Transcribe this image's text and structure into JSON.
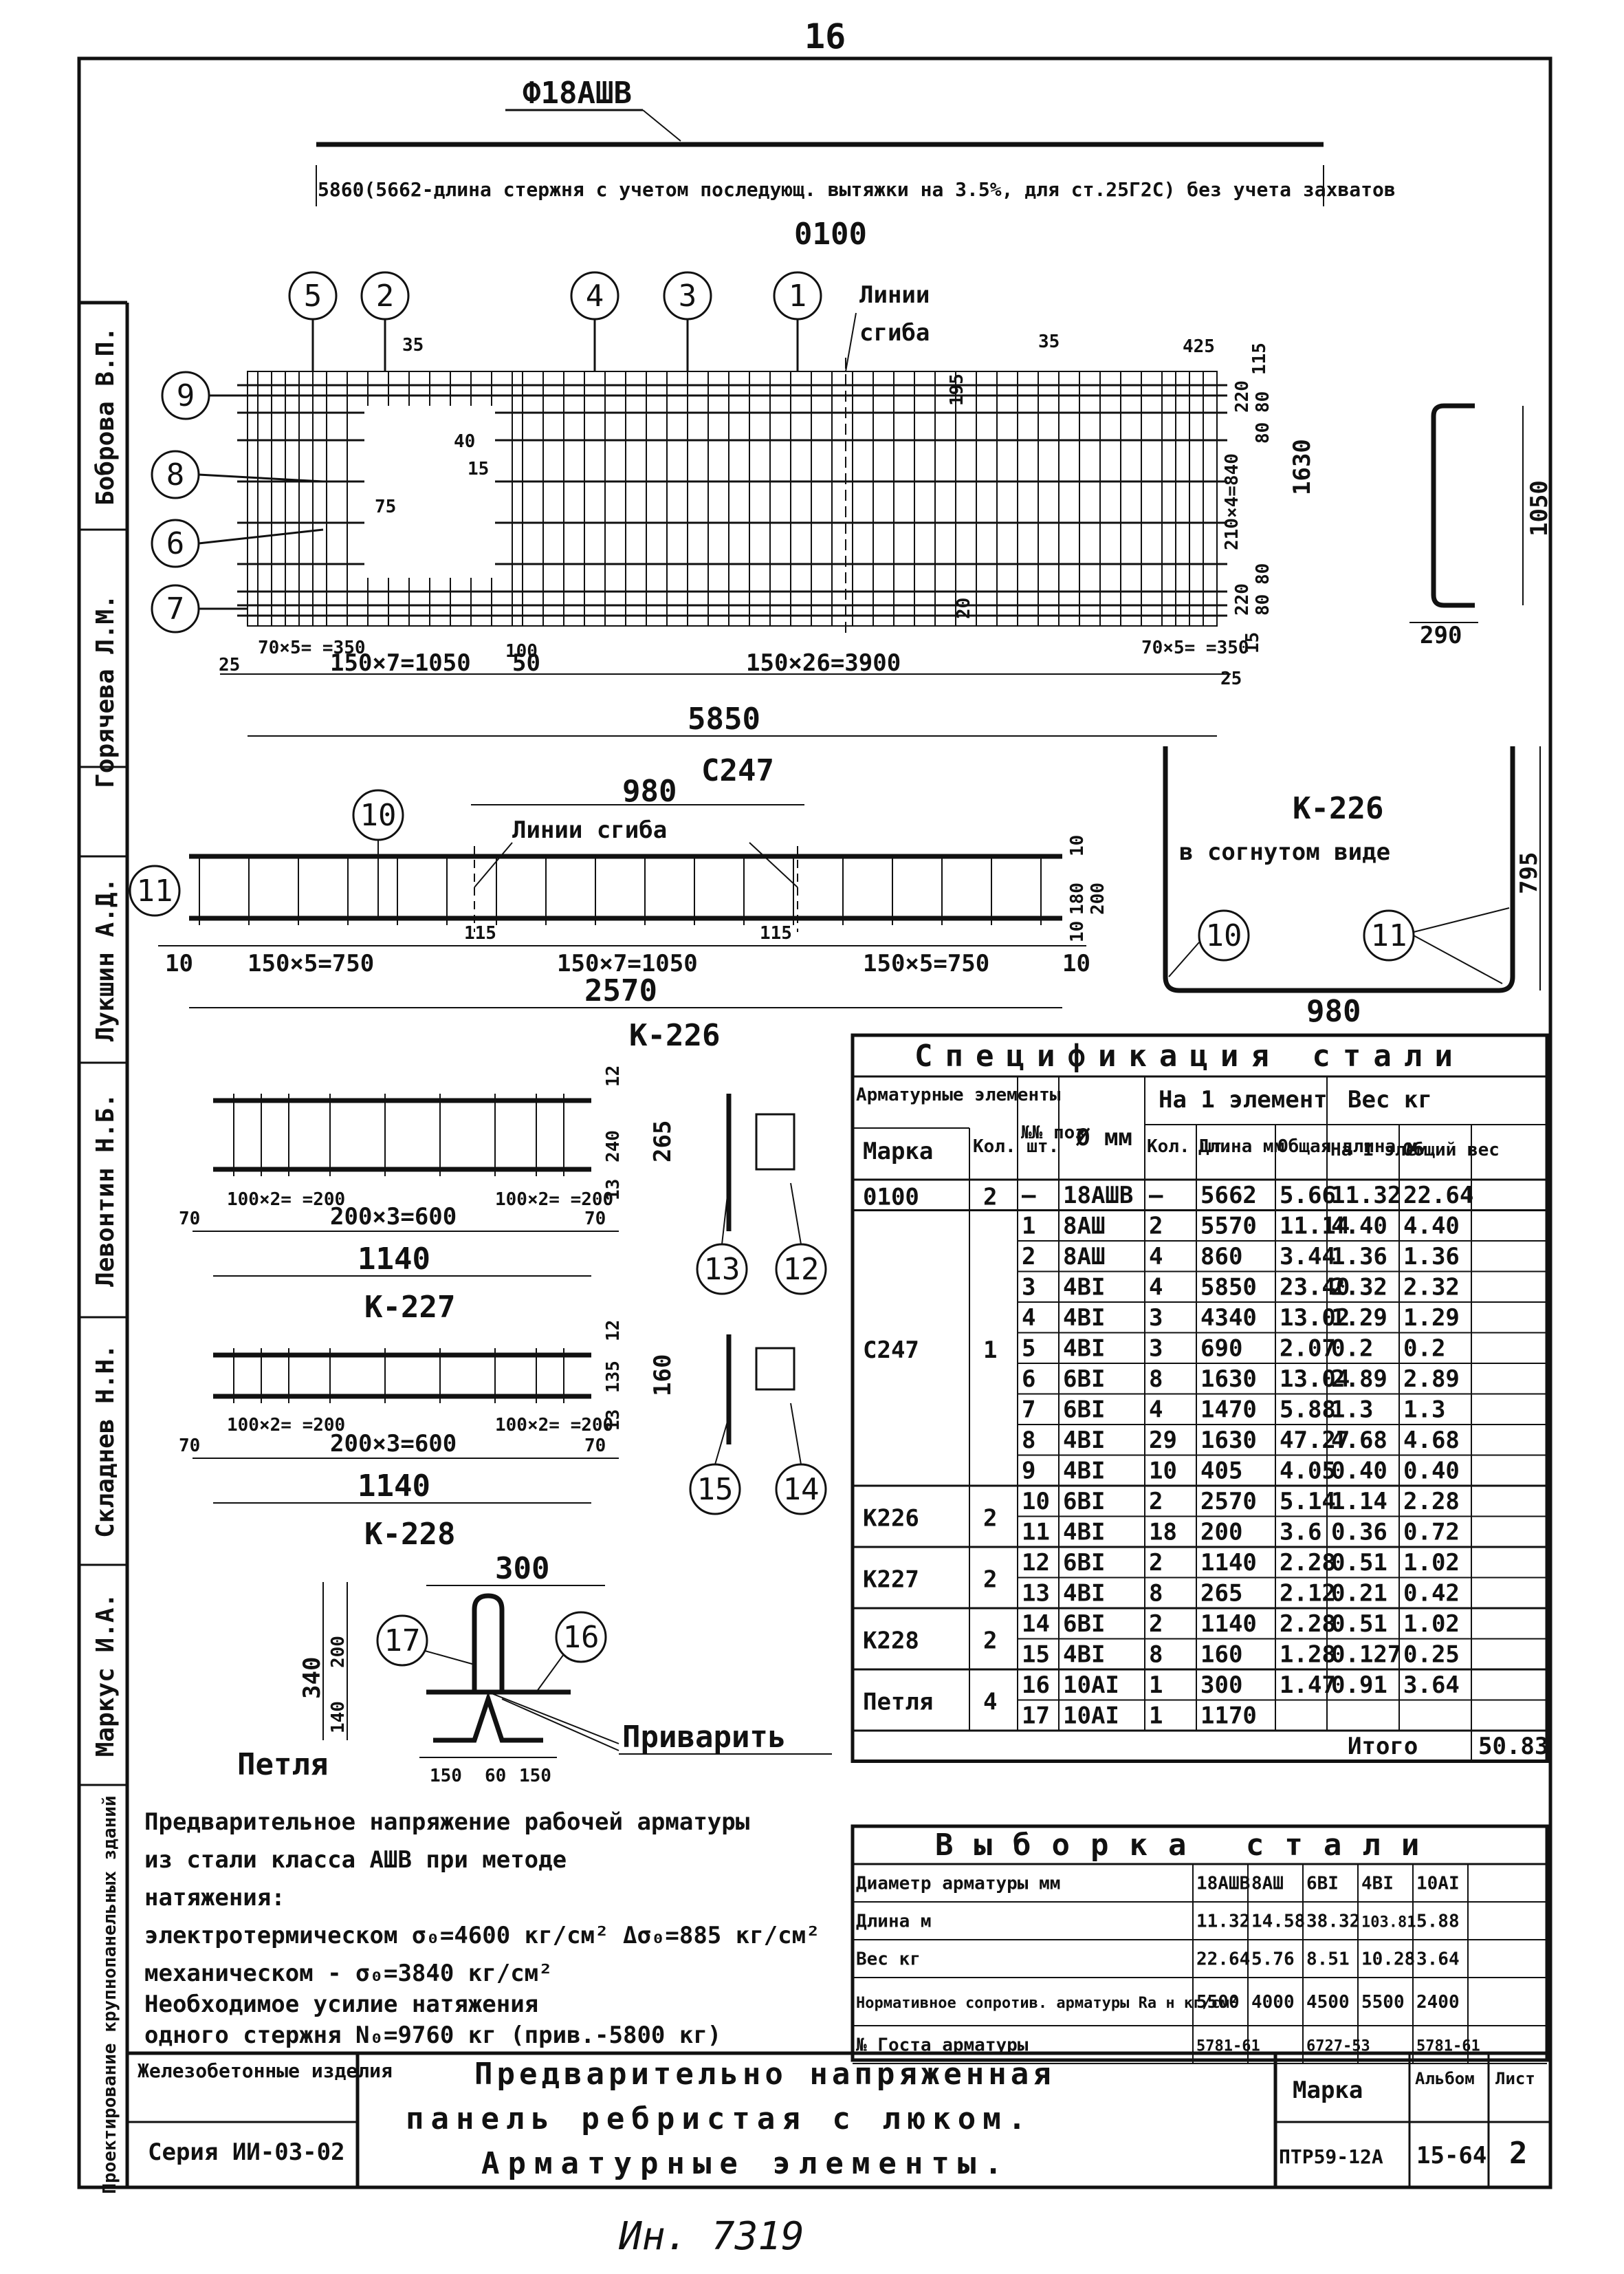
{
  "page_number": "16",
  "side_names": [
    "Проектирование крупнопанельных зданий",
    "Маркус И.А.",
    "Складнев Н.Н.",
    "Левонтин Н.Б.",
    "Лукшин А.Д.",
    "Горячева Л.М.",
    "Боброва В.П."
  ],
  "top": {
    "bar_label": "Ф18АШВ",
    "length_note": "5860(5662-длина стержня с учетом последующ. вытяжки на 3.5%, для ст.25Г2С) без учета захватов",
    "bar_mark": "0100"
  },
  "c247": {
    "title": "С247",
    "bend_label_1": "Линии",
    "bend_label_2": "сгиба",
    "positions": [
      "5",
      "2",
      "4",
      "3",
      "1",
      "9",
      "8",
      "6",
      "7"
    ],
    "dims": {
      "left_edge": "25",
      "left_group": "70×5= =350",
      "group_a": "150×7=1050",
      "gap_100": "100",
      "gap_50": "50",
      "group_b": "150×26=3900",
      "right_group": "70×5= =350",
      "right_edge": "25",
      "total": "5850",
      "d35_a": "35",
      "d35_b": "35",
      "d40": "40",
      "d15": "15",
      "d75": "75",
      "d425": "425",
      "d115": "115",
      "d220_top": "220",
      "d220_bot": "220",
      "d80_a": "80",
      "d80_b": "80",
      "d80_c": "80",
      "d80_d": "80",
      "mid_height": "210×4=840",
      "height_1630": "1630",
      "d15_right": "15",
      "d15_bot": "15",
      "d20": "20",
      "d195": "195"
    },
    "bent_height": "1050",
    "bent_width": "290"
  },
  "k226": {
    "title": "К-226",
    "bend_label": "Линии сгиба",
    "positions": [
      "10",
      "11"
    ],
    "dims": {
      "d980": "980",
      "d10_l": "10",
      "g1": "150×5=750",
      "d115_a": "115",
      "g2": "150×7=1050",
      "d115_b": "115",
      "g3": "150×5=750",
      "d10_r": "10",
      "total": "2570",
      "h180": "180",
      "h200": "200",
      "h10": "10",
      "h10_top": "10"
    },
    "bent_title_1": "К-226",
    "bent_title_2": "в согнутом виде",
    "bent_width": "980",
    "bent_height": "795"
  },
  "k227": {
    "title": "К-227",
    "positions": [
      "13",
      "12"
    ],
    "dims": {
      "d70": "70",
      "g1": "100×2= =200",
      "g2": "200×3=600",
      "g3": "100×2= =200",
      "d70_r": "70",
      "total": "1140",
      "h12": "12",
      "h240": "240",
      "h265": "265",
      "h13": "13"
    }
  },
  "k228": {
    "title": "К-228",
    "positions": [
      "15",
      "14"
    ],
    "dims": {
      "d70": "70",
      "g1": "100×2= =200",
      "g2": "200×3=600",
      "g3": "100×2= =200",
      "d70_r": "70",
      "total": "1140",
      "h12": "12",
      "h135": "135",
      "h160": "160",
      "h13": "13"
    }
  },
  "loop": {
    "title": "Петля",
    "positions": [
      "17",
      "16"
    ],
    "weld": "Приварить",
    "dims": {
      "w300": "300",
      "h340": "340",
      "h200": "200",
      "h140": "140",
      "b150a": "150",
      "b60": "60",
      "b150b": "150"
    }
  },
  "spec": {
    "title": "Спецификация стали",
    "head": {
      "elements": "Арматурные элементы",
      "mark": "Марка",
      "qty": "Кол. шт.",
      "pos": "№№ поз",
      "diam": "Ø мм",
      "per_element": "На 1 элемент",
      "count": "Кол. шт.",
      "length": "Длина мм",
      "total_length": "Общая длина м",
      "weight": "Вес кг",
      "w_one": "На 1 элем.",
      "w_total": "Общий вес"
    },
    "groups": [
      {
        "mark": "0100",
        "qty": "2",
        "rows": [
          [
            "—",
            "18АШВ",
            "—",
            "5662",
            "5.66",
            "11.32",
            "22.64"
          ]
        ]
      },
      {
        "mark": "С247",
        "qty": "1",
        "rows": [
          [
            "1",
            "8АШ",
            "2",
            "5570",
            "11.14",
            "4.40",
            "4.40"
          ],
          [
            "2",
            "8АШ",
            "4",
            "860",
            "3.44",
            "1.36",
            "1.36"
          ],
          [
            "3",
            "4ВI",
            "4",
            "5850",
            "23.40",
            "2.32",
            "2.32"
          ],
          [
            "4",
            "4ВI",
            "3",
            "4340",
            "13.02",
            "1.29",
            "1.29"
          ],
          [
            "5",
            "4ВI",
            "3",
            "690",
            "2.07",
            "0.2",
            "0.2"
          ],
          [
            "6",
            "6ВI",
            "8",
            "1630",
            "13.04",
            "2.89",
            "2.89"
          ],
          [
            "7",
            "6ВI",
            "4",
            "1470",
            "5.88",
            "1.3",
            "1.3"
          ],
          [
            "8",
            "4ВI",
            "29",
            "1630",
            "47.27",
            "4.68",
            "4.68"
          ],
          [
            "9",
            "4ВI",
            "10",
            "405",
            "4.05",
            "0.40",
            "0.40"
          ]
        ]
      },
      {
        "mark": "К226",
        "qty": "2",
        "rows": [
          [
            "10",
            "6ВI",
            "2",
            "2570",
            "5.14",
            "1.14",
            "2.28"
          ],
          [
            "11",
            "4ВI",
            "18",
            "200",
            "3.6",
            "0.36",
            "0.72"
          ]
        ]
      },
      {
        "mark": "К227",
        "qty": "2",
        "rows": [
          [
            "12",
            "6ВI",
            "2",
            "1140",
            "2.28",
            "0.51",
            "1.02"
          ],
          [
            "13",
            "4ВI",
            "8",
            "265",
            "2.12",
            "0.21",
            "0.42"
          ]
        ]
      },
      {
        "mark": "К228",
        "qty": "2",
        "rows": [
          [
            "14",
            "6ВI",
            "2",
            "1140",
            "2.28",
            "0.51",
            "1.02"
          ],
          [
            "15",
            "4ВI",
            "8",
            "160",
            "1.28",
            "0.127",
            "0.25"
          ]
        ]
      },
      {
        "mark": "Петля",
        "qty": "4",
        "rows": [
          [
            "16",
            "10АI",
            "1",
            "300",
            "1.47",
            "0.91",
            "3.64"
          ],
          [
            "17",
            "10АI",
            "1",
            "1170",
            "",
            "",
            ""
          ]
        ]
      }
    ],
    "total_label": "Итого",
    "total_value": "50.83"
  },
  "sample": {
    "title": "Выборка стали",
    "cols": [
      "Диаметр арматуры мм",
      "18АШВ",
      "8АШ",
      "6ВI",
      "4ВI",
      "10АI"
    ],
    "rows": [
      [
        "Длина м",
        "11.32",
        "14.58",
        "38.32",
        "103.81",
        "5.88"
      ],
      [
        "Вес кг",
        "22.64",
        "5.76",
        "8.51",
        "10.28",
        "3.64"
      ],
      [
        "Нормативное сопротив. арматуры Rа н кг/см²",
        "5500",
        "4000",
        "4500",
        "5500",
        "2400"
      ],
      [
        "№ Госта арматуры",
        "5781-61",
        "",
        "6727-53",
        "",
        "5781-61"
      ]
    ]
  },
  "notes": [
    "Предварительное напряжение рабочей арматуры",
    "из стали класса АШВ при методе",
    "натяжения:",
    "электротермическом σ₀=4600 кг/см² Δσ₀=885 кг/см²",
    "механическом - σ₀=3840 кг/см²",
    "Необходимое усилие натяжения",
    "одного стержня N₀=9760 кг (прив.-5800 кг)"
  ],
  "title_block": {
    "left_1": "Железобетонные изделия",
    "left_2": "Серия ИИ-03-02",
    "title_1": "Предварительно напряженная",
    "title_2": "панель ребристая с люком.",
    "title_3": "Арматурные элементы.",
    "mark_label": "Марка",
    "album_label": "Альбом",
    "sheet_label": "Лист",
    "mark": "ПТР59-12А",
    "album": "15-64",
    "sheet": "2"
  },
  "inventory": "Ин. 7319"
}
